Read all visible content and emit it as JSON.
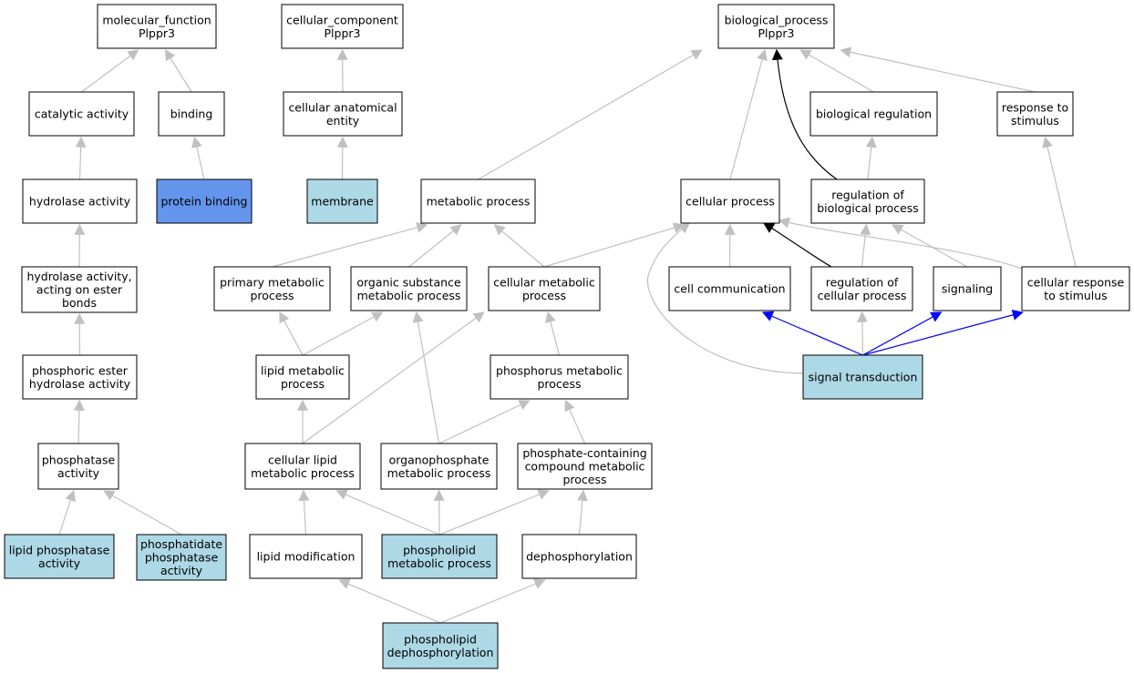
{
  "colors": {
    "node_fill": "#ffffff",
    "annotated_fill": "#add8e6",
    "direct_fill": "#6495ed",
    "edge_gray": "#c0c0c0",
    "edge_black": "#000000",
    "edge_blue": "#0000ff"
  },
  "nodes": {
    "mf_root": {
      "lines": [
        "molecular_function",
        "Plppr3"
      ],
      "kind": "root"
    },
    "cc_root": {
      "lines": [
        "cellular_component",
        "Plppr3"
      ],
      "kind": "root"
    },
    "bp_root": {
      "lines": [
        "biological_process",
        "Plppr3"
      ],
      "kind": "root"
    },
    "catalytic": {
      "lines": [
        "catalytic activity"
      ],
      "kind": "plain"
    },
    "binding": {
      "lines": [
        "binding"
      ],
      "kind": "plain"
    },
    "cae": {
      "lines": [
        "cellular anatomical",
        "entity"
      ],
      "kind": "plain"
    },
    "bioreg": {
      "lines": [
        "biological regulation"
      ],
      "kind": "plain"
    },
    "resp": {
      "lines": [
        "response to",
        "stimulus"
      ],
      "kind": "plain"
    },
    "hydrolase": {
      "lines": [
        "hydrolase activity"
      ],
      "kind": "plain"
    },
    "protbind": {
      "lines": [
        "protein binding"
      ],
      "kind": "direct"
    },
    "membrane": {
      "lines": [
        "membrane"
      ],
      "kind": "annotated"
    },
    "metabolic": {
      "lines": [
        "metabolic process"
      ],
      "kind": "plain"
    },
    "cellproc": {
      "lines": [
        "cellular process"
      ],
      "kind": "plain"
    },
    "regbio": {
      "lines": [
        "regulation of",
        "biological process"
      ],
      "kind": "plain"
    },
    "hydroester": {
      "lines": [
        "hydrolase activity,",
        "acting on ester",
        "bonds"
      ],
      "kind": "plain"
    },
    "primary": {
      "lines": [
        "primary metabolic",
        "process"
      ],
      "kind": "plain"
    },
    "organic": {
      "lines": [
        "organic substance",
        "metabolic process"
      ],
      "kind": "plain"
    },
    "cellmeta": {
      "lines": [
        "cellular metabolic",
        "process"
      ],
      "kind": "plain"
    },
    "cellcomm": {
      "lines": [
        "cell communication"
      ],
      "kind": "plain"
    },
    "regcell": {
      "lines": [
        "regulation of",
        "cellular process"
      ],
      "kind": "plain"
    },
    "signaling": {
      "lines": [
        "signaling"
      ],
      "kind": "plain"
    },
    "cellresp": {
      "lines": [
        "cellular response",
        "to stimulus"
      ],
      "kind": "plain"
    },
    "phosester": {
      "lines": [
        "phosphoric ester",
        "hydrolase activity"
      ],
      "kind": "plain"
    },
    "lipidmeta": {
      "lines": [
        "lipid metabolic",
        "process"
      ],
      "kind": "plain"
    },
    "phosmeta": {
      "lines": [
        "phosphorus metabolic",
        "process"
      ],
      "kind": "plain"
    },
    "sigtrans": {
      "lines": [
        "signal transduction"
      ],
      "kind": "annotated"
    },
    "phosphatase": {
      "lines": [
        "phosphatase",
        "activity"
      ],
      "kind": "plain"
    },
    "celllipid": {
      "lines": [
        "cellular lipid",
        "metabolic process"
      ],
      "kind": "plain"
    },
    "organophos": {
      "lines": [
        "organophosphate",
        "metabolic process"
      ],
      "kind": "plain"
    },
    "phoscont": {
      "lines": [
        "phosphate-containing",
        "compound metabolic",
        "process"
      ],
      "kind": "plain"
    },
    "lipidphos": {
      "lines": [
        "lipid phosphatase",
        "activity"
      ],
      "kind": "annotated"
    },
    "phosphatidate": {
      "lines": [
        "phosphatidate",
        "phosphatase",
        "activity"
      ],
      "kind": "annotated"
    },
    "lipidmod": {
      "lines": [
        "lipid modification"
      ],
      "kind": "plain"
    },
    "phospholipid": {
      "lines": [
        "phospholipid",
        "metabolic process"
      ],
      "kind": "annotated"
    },
    "dephos": {
      "lines": [
        "dephosphorylation"
      ],
      "kind": "plain"
    },
    "pldephos": {
      "lines": [
        "phospholipid",
        "dephosphorylation"
      ],
      "kind": "annotated"
    }
  },
  "edges": [
    {
      "from": "catalytic",
      "to": "mf_root",
      "color": "gray"
    },
    {
      "from": "binding",
      "to": "mf_root",
      "color": "gray"
    },
    {
      "from": "hydrolase",
      "to": "catalytic",
      "color": "gray"
    },
    {
      "from": "protbind",
      "to": "binding",
      "color": "gray"
    },
    {
      "from": "hydroester",
      "to": "hydrolase",
      "color": "gray"
    },
    {
      "from": "phosester",
      "to": "hydroester",
      "color": "gray"
    },
    {
      "from": "phosphatase",
      "to": "phosester",
      "color": "gray"
    },
    {
      "from": "lipidphos",
      "to": "phosphatase",
      "color": "gray"
    },
    {
      "from": "phosphatidate",
      "to": "phosphatase",
      "color": "gray"
    },
    {
      "from": "cae",
      "to": "cc_root",
      "color": "gray"
    },
    {
      "from": "membrane",
      "to": "cae",
      "color": "gray"
    },
    {
      "from": "metabolic",
      "to": "bp_root",
      "color": "gray"
    },
    {
      "from": "cellproc",
      "to": "bp_root",
      "color": "gray"
    },
    {
      "from": "regbio",
      "to": "bp_root",
      "color": "black"
    },
    {
      "from": "bioreg",
      "to": "bp_root",
      "color": "gray"
    },
    {
      "from": "resp",
      "to": "bp_root",
      "color": "gray"
    },
    {
      "from": "regbio",
      "to": "bioreg",
      "color": "gray"
    },
    {
      "from": "cellresp",
      "to": "resp",
      "color": "gray"
    },
    {
      "from": "primary",
      "to": "metabolic",
      "color": "gray"
    },
    {
      "from": "organic",
      "to": "metabolic",
      "color": "gray"
    },
    {
      "from": "cellmeta",
      "to": "metabolic",
      "color": "gray"
    },
    {
      "from": "cellmeta",
      "to": "cellproc",
      "color": "gray"
    },
    {
      "from": "cellcomm",
      "to": "cellproc",
      "color": "gray"
    },
    {
      "from": "regcell",
      "to": "cellproc",
      "color": "black"
    },
    {
      "from": "cellresp",
      "to": "cellproc",
      "color": "gray"
    },
    {
      "from": "sigtrans",
      "to": "cellproc",
      "color": "gray"
    },
    {
      "from": "regcell",
      "to": "regbio",
      "color": "gray"
    },
    {
      "from": "signaling",
      "to": "regbio",
      "color": "gray"
    },
    {
      "from": "lipidmeta",
      "to": "primary",
      "color": "gray"
    },
    {
      "from": "lipidmeta",
      "to": "organic",
      "color": "gray"
    },
    {
      "from": "organophos",
      "to": "organic",
      "color": "gray"
    },
    {
      "from": "celllipid",
      "to": "cellmeta",
      "color": "gray"
    },
    {
      "from": "phosmeta",
      "to": "cellmeta",
      "color": "gray"
    },
    {
      "from": "sigtrans",
      "to": "cellcomm",
      "color": "blue"
    },
    {
      "from": "sigtrans",
      "to": "regcell",
      "color": "gray"
    },
    {
      "from": "sigtrans",
      "to": "signaling",
      "color": "blue"
    },
    {
      "from": "sigtrans",
      "to": "cellresp",
      "color": "blue"
    },
    {
      "from": "celllipid",
      "to": "lipidmeta",
      "color": "gray"
    },
    {
      "from": "organophos",
      "to": "phosmeta",
      "color": "gray"
    },
    {
      "from": "phoscont",
      "to": "phosmeta",
      "color": "gray"
    },
    {
      "from": "lipidmod",
      "to": "celllipid",
      "color": "gray"
    },
    {
      "from": "phospholipid",
      "to": "celllipid",
      "color": "gray"
    },
    {
      "from": "phospholipid",
      "to": "organophos",
      "color": "gray"
    },
    {
      "from": "phospholipid",
      "to": "phoscont",
      "color": "gray"
    },
    {
      "from": "dephos",
      "to": "phoscont",
      "color": "gray"
    },
    {
      "from": "pldephos",
      "to": "lipidmod",
      "color": "gray"
    },
    {
      "from": "pldephos",
      "to": "dephos",
      "color": "gray"
    }
  ]
}
